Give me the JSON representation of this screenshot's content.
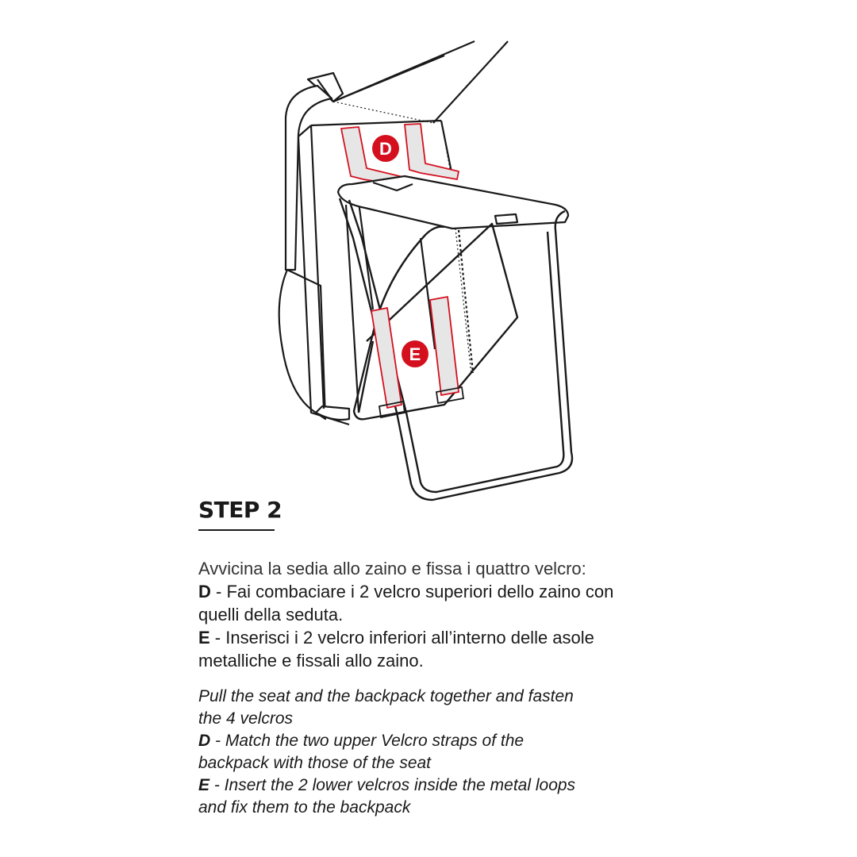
{
  "step": {
    "title": "STEP 2"
  },
  "italian": {
    "intro": "Avvicina la sedia allo zaino e fissa i quattro velcro:",
    "items": [
      {
        "key": "D",
        "line1": " - Fai combaciare i 2 velcro superiori dello zaino con",
        "line2": "quelli della seduta."
      },
      {
        "key": "E",
        "line1": " - Inserisci i 2 velcro inferiori all’interno delle asole",
        "line2": "metalliche e fissali allo zaino."
      }
    ]
  },
  "english": {
    "intro_line1": "Pull the seat and the backpack together and fasten",
    "intro_line2": "the 4 velcros",
    "items": [
      {
        "key": "D",
        "line1": " - Match the two upper Velcro straps of the",
        "line2": "backpack with those of the seat"
      },
      {
        "key": "E",
        "line1": " - Insert the 2 lower velcros inside the metal loops",
        "line2": "and fix them to the backpack"
      }
    ]
  },
  "markers": {
    "upper": "D",
    "lower": "E"
  },
  "colors": {
    "accent": "#d4101f",
    "ink": "#1a1a1a",
    "strap_fill": "#e6e6e6"
  }
}
